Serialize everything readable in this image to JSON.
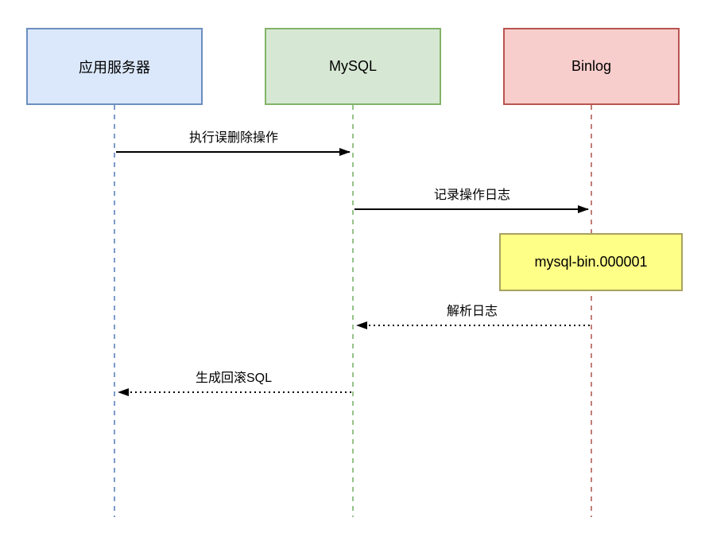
{
  "diagram": {
    "type": "sequence-diagram",
    "actors": [
      {
        "id": "app-server",
        "label": "应用服务器",
        "fill": "#dbe8fb",
        "border": "#6c8ebf",
        "lifeline_color": "#7b9bc8"
      },
      {
        "id": "mysql",
        "label": "MySQL",
        "fill": "#d6e8d4",
        "border": "#82b366",
        "lifeline_color": "#97c28a"
      },
      {
        "id": "binlog",
        "label": "Binlog",
        "fill": "#f8cecc",
        "border": "#b85450",
        "lifeline_color": "#c27d77"
      }
    ],
    "messages": [
      {
        "label": "执行误删除操作",
        "from": "应用服务器",
        "to": "MySQL",
        "style": "solid"
      },
      {
        "label": "记录操作日志",
        "from": "MySQL",
        "to": "Binlog",
        "style": "solid"
      },
      {
        "label": "解析日志",
        "from": "Binlog",
        "to": "MySQL",
        "style": "dotted"
      },
      {
        "label": "生成回滚SQL",
        "from": "MySQL",
        "to": "应用服务器",
        "style": "dotted"
      }
    ],
    "artifact": {
      "label": "mysql-bin.000001",
      "fill": "#feff87",
      "border": "#a8a25f"
    },
    "arrow_color": "#000000"
  }
}
